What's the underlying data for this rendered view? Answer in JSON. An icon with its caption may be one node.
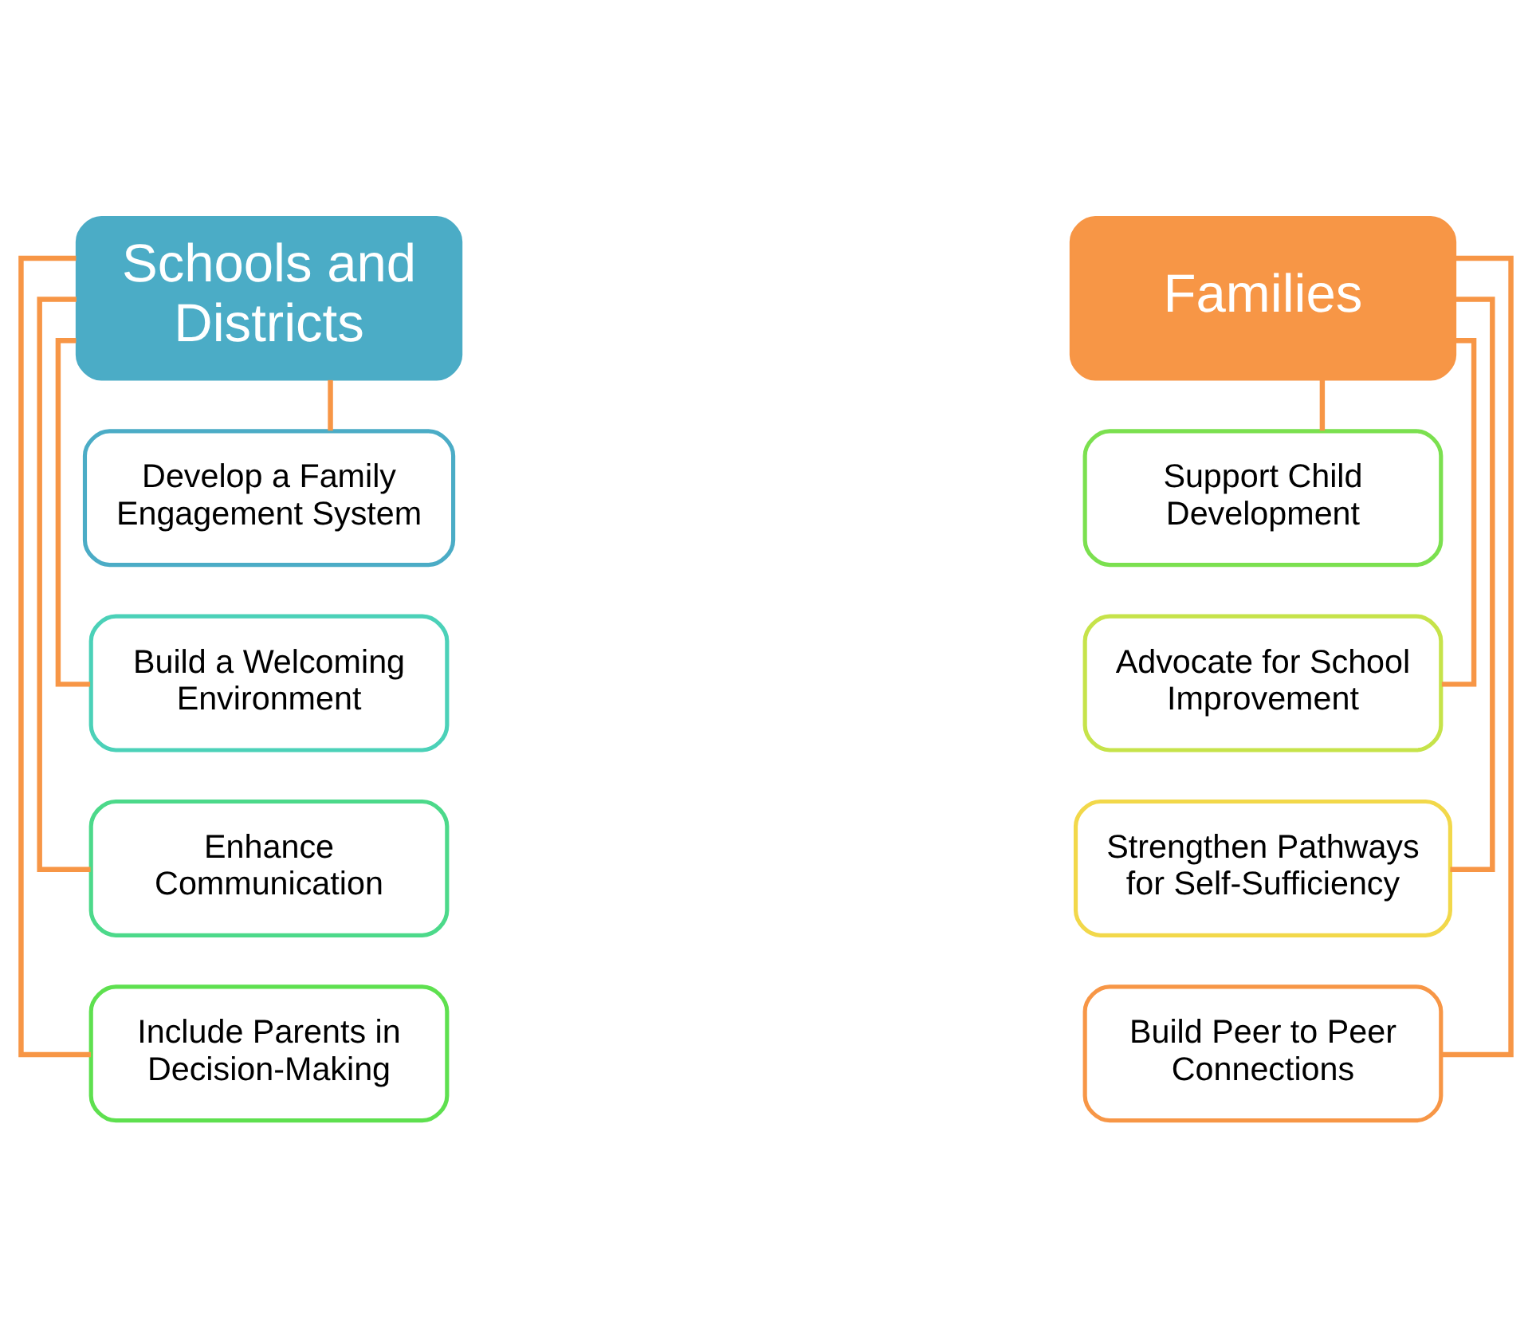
{
  "diagram": {
    "nodes": [
      {
        "text": [
          "Schools and Districts"
        ]
      },
      {
        "text": [
          "Develop a Family Engagement System"
        ]
      },
      {
        "text": [
          "Build a Welcoming Environment"
        ]
      },
      {
        "text": [
          "Enhance Communication"
        ]
      },
      {
        "text": [
          "Include Parents in Decision-Making"
        ]
      },
      {
        "text": [
          "Families"
        ]
      },
      {
        "text": [
          "Support Child Development"
        ]
      },
      {
        "text": [
          "Advocate for School Improvement"
        ]
      },
      {
        "text": [
          "Strengthen Pathways for Self-Sufficiency"
        ]
      },
      {
        "text": [
          "Build Peer to Peer Connections"
        ]
      }
    ],
    "edges": [
      {
        "from": 0,
        "to": 1,
        "arrow": "none"
      },
      {
        "from": 0,
        "to": 2,
        "arrow": "none"
      },
      {
        "from": 0,
        "to": 3,
        "arrow": "none"
      },
      {
        "from": 0,
        "to": 4,
        "arrow": "none"
      },
      {
        "from": 5,
        "to": 6,
        "arrow": "none"
      },
      {
        "from": 5,
        "to": 7,
        "arrow": "none"
      },
      {
        "from": 5,
        "to": 8,
        "arrow": "none"
      },
      {
        "from": 5,
        "to": 9,
        "arrow": "none"
      }
    ]
  }
}
